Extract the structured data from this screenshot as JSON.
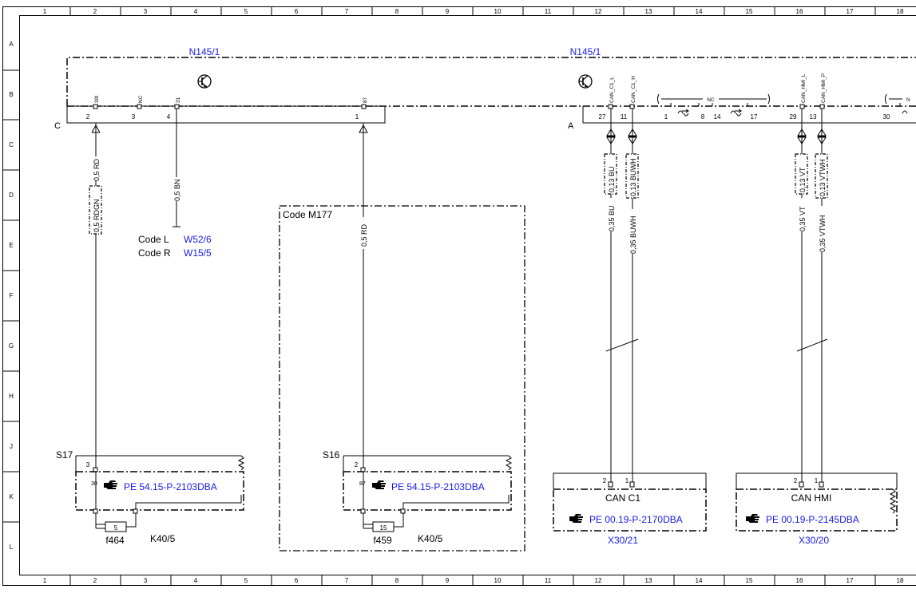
{
  "grid": {
    "columns": [
      "1",
      "2",
      "3",
      "4",
      "5",
      "6",
      "7",
      "8",
      "9",
      "10",
      "11",
      "12",
      "13",
      "14",
      "15",
      "16",
      "17",
      "18"
    ],
    "rows": [
      "A",
      "B",
      "C",
      "D",
      "E",
      "F",
      "G",
      "H",
      "J",
      "K",
      "L"
    ]
  },
  "components": {
    "n145_left": "N145/1",
    "n145_right": "N145/1",
    "connector_c": "C",
    "connector_a": "A",
    "code_m177": "Code M177"
  },
  "connector_c_pins": {
    "pin2_num": "2",
    "pin2_name": "30t",
    "pin3_num": "3",
    "pin3_name": "NC",
    "pin4_num": "4",
    "pin4_name": "31",
    "pin1_num": "1",
    "pin1_name": "87"
  },
  "connector_a_pins": {
    "p27_num": "27",
    "p27_name": "CAN_C1_L",
    "p11_num": "11",
    "p11_name": "CAN_C1_H",
    "p1": "1",
    "p8": "8",
    "p14": "14",
    "p17": "17",
    "nc": "NC",
    "p29_num": "29",
    "p29_name": "CAN_HMI_L",
    "p13_num": "13",
    "p13_name": "CAN_HMI_P",
    "p30": "30",
    "nc2": "N"
  },
  "wires": {
    "w1": "0,5 RD",
    "w1_box": "0,5 RDGN",
    "w2": "0,5 BN",
    "w3": "0,5 RD",
    "can_c1_l_box": "0,13 BU",
    "can_c1_h_box": "0,13 BUWH",
    "can_c1_l": "0,35 BU",
    "can_c1_h": "0,35 BUWH",
    "can_hmi_l_box": "0,13 VT",
    "can_hmi_h_box": "0,13 VTWH",
    "can_hmi_l": "0,35 VT",
    "can_hmi_h": "0,35 VTWH"
  },
  "codes": {
    "code_l": "Code L",
    "code_l_ref": "W52/6",
    "code_r": "Code R",
    "code_r_ref": "W15/5"
  },
  "s17": {
    "label": "S17",
    "pin3": "3",
    "pin30": "30",
    "ref": "PE 54.15-P-2103DBA",
    "fuse_value": "5",
    "fuse": "f464",
    "relay": "K40/5"
  },
  "s16": {
    "label": "S16",
    "pin2": "2",
    "pin87": "87",
    "ref": "PE 54.15-P-2103DBA",
    "fuse_value": "15",
    "fuse": "f459",
    "relay": "K40/5"
  },
  "can_c1": {
    "pin2": "2",
    "pin1": "1",
    "label": "CAN C1",
    "ref": "PE 00.19-P-2170DBA",
    "designation": "X30/21"
  },
  "can_hmi": {
    "pin2": "2",
    "pin1": "1",
    "label": "CAN HMI",
    "ref": "PE 00.19-P-2145DBA",
    "designation": "X30/20"
  },
  "icons": {
    "transistor": "transistor-icon",
    "hand_pointer": "pointing-hand-icon",
    "fuse": "fuse-icon"
  }
}
